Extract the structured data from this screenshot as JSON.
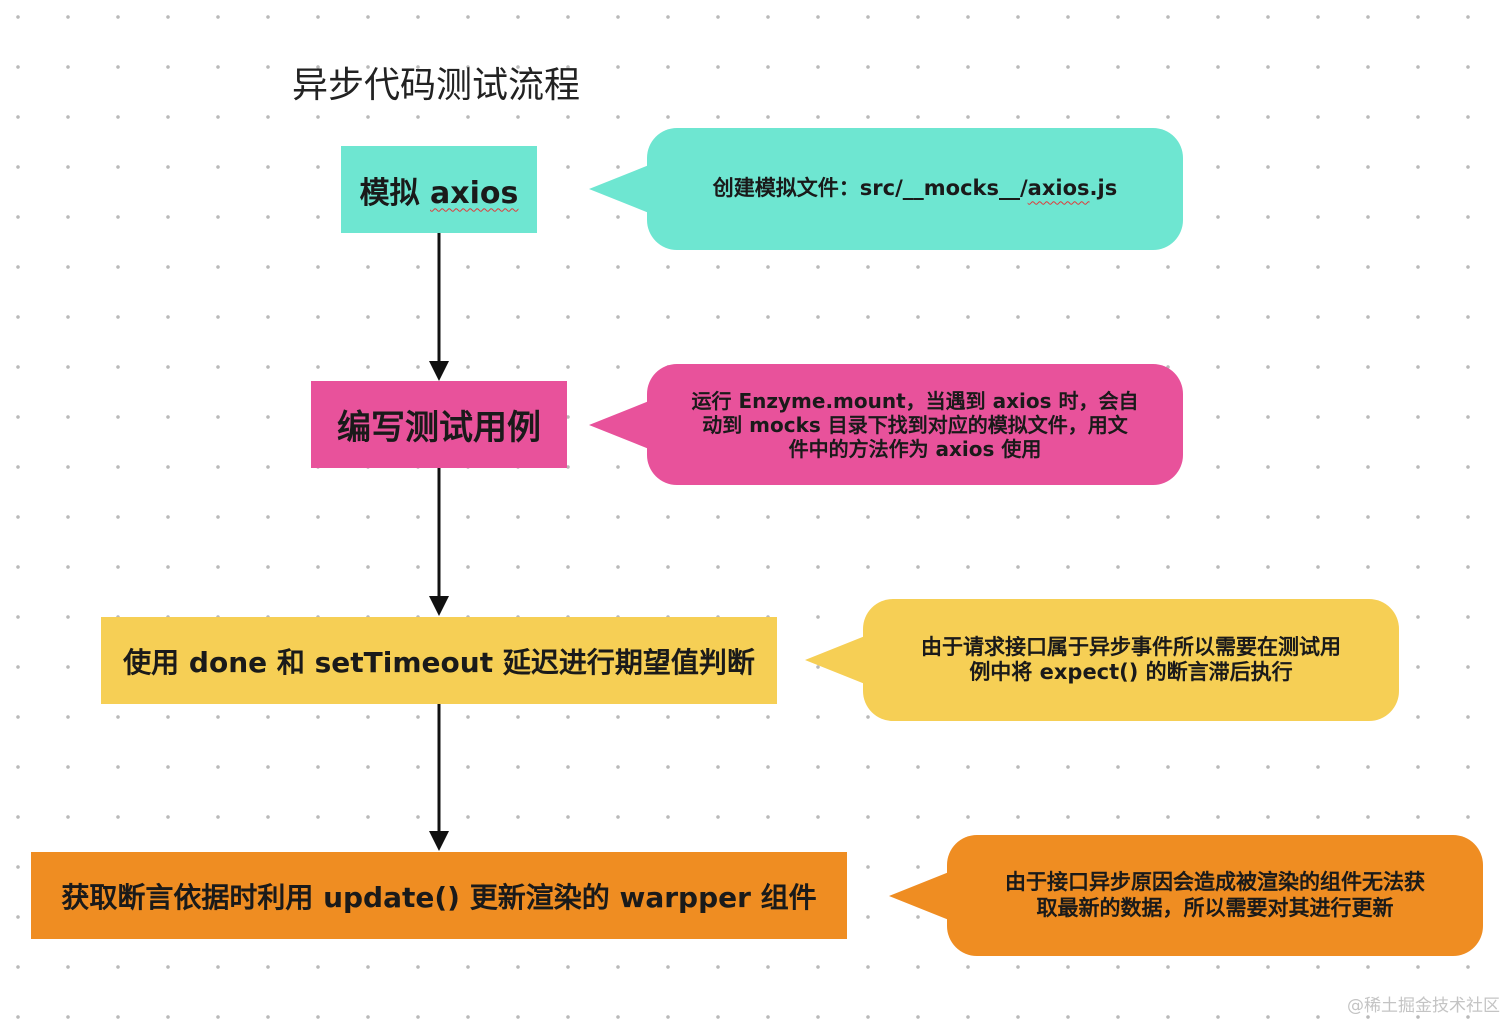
{
  "title": "异步代码测试流程",
  "steps": [
    {
      "label_prefix": "模拟 ",
      "label_code": "axios",
      "color": "#6ee6d1"
    },
    {
      "label": "编写测试用例",
      "color": "#e8529b"
    },
    {
      "label": "使用 done 和 setTimeout 延迟进行期望值判断",
      "color": "#f6cf55"
    },
    {
      "label": "获取断言依据时利用 update() 更新渲染的 warpper 组件",
      "color": "#ef8d22"
    }
  ],
  "notes": [
    {
      "text_prefix": "创建模拟文件：src/__mocks__/",
      "text_code": "axios",
      "text_suffix": ".js",
      "color": "#6ee6d1"
    },
    {
      "text": "运行 Enzyme.mount，当遇到 axios 时，会自\n动到 mocks 目录下找到对应的模拟文件，用文\n件中的方法作为 axios 使用",
      "color": "#e8529b"
    },
    {
      "text": "由于请求接口属于异步事件所以需要在测试用\n例中将 expect() 的断言滞后执行",
      "color": "#f6cf55"
    },
    {
      "text": "由于接口异步原因会造成被渲染的组件无法获\n取最新的数据，所以需要对其进行更新",
      "color": "#ef8d22"
    }
  ],
  "watermark": "@稀土掘金技术社区"
}
